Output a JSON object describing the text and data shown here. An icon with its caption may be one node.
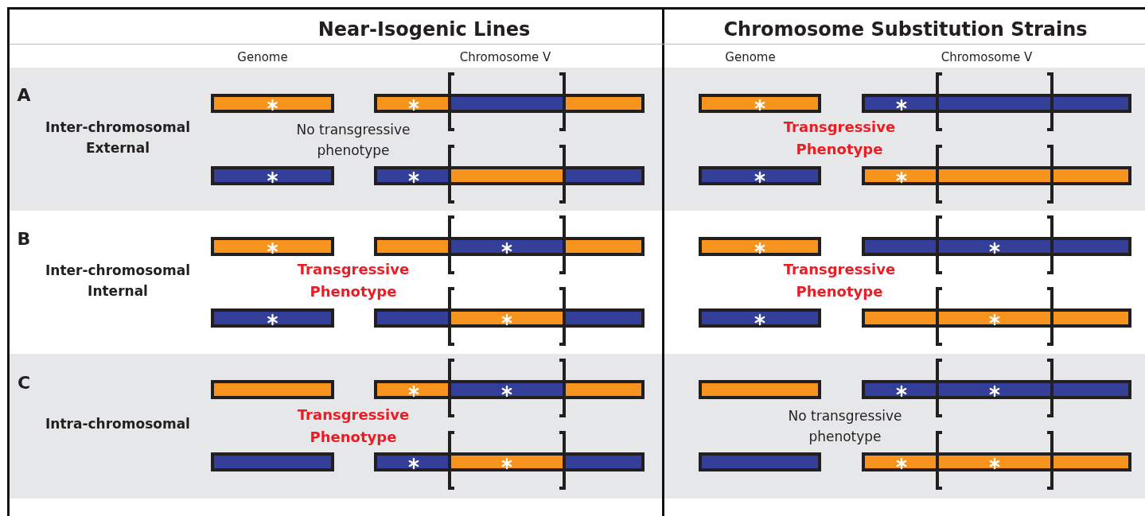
{
  "diagram": {
    "labels": [
      "Near-Isogenic Lines",
      "Chromosome Substitution Strains",
      "Genome",
      "Chromosome V",
      "Genome",
      "Chromosome V",
      "A",
      "Inter-chromosomal External",
      "No transgressive phenotype",
      "Transgressive Phenotype",
      "B",
      "Inter-chromosomal Internal",
      "Transgressive Phenotype",
      "Transgressive Phenotype",
      "C",
      "Intra-chromosomal",
      "Transgressive Phenotype",
      "No transgressive phenotype"
    ]
  }
}
